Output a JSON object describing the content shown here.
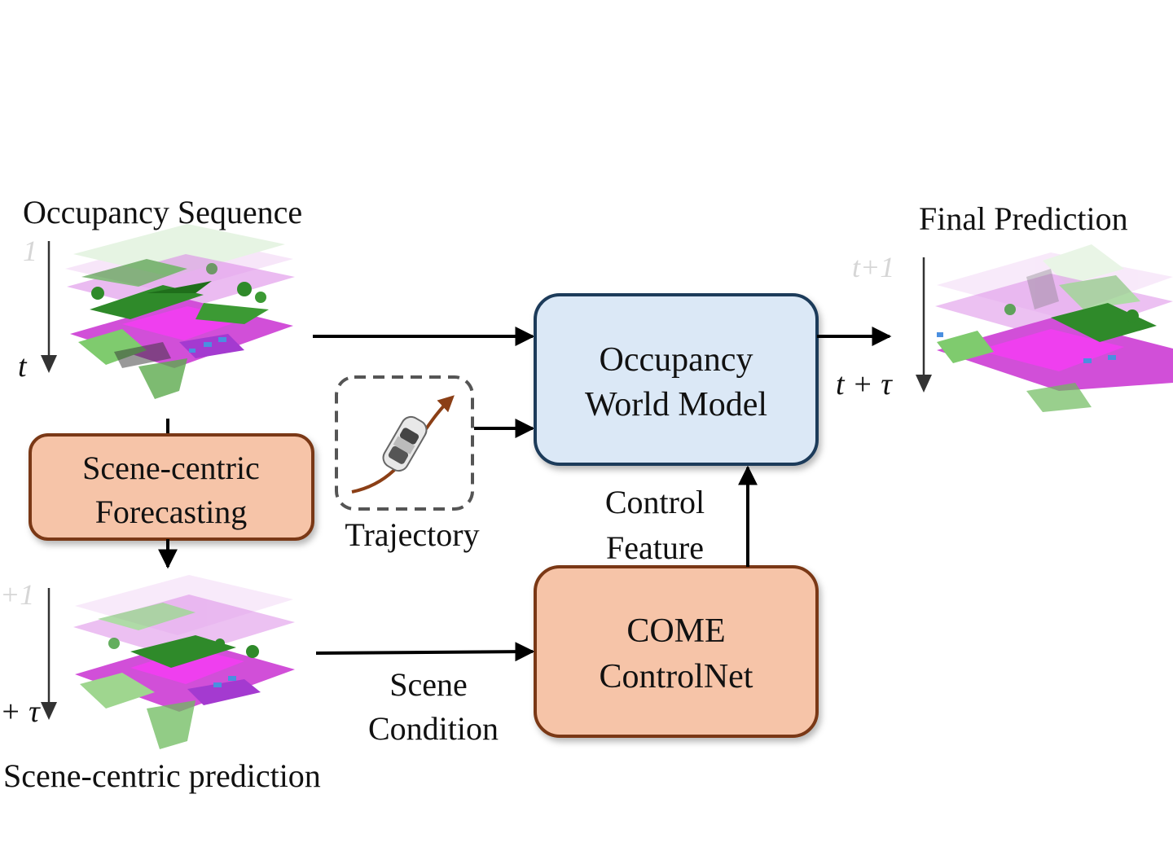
{
  "labels": {
    "occupancy_sequence": "Occupancy Sequence",
    "final_prediction": "Final Prediction",
    "scene_centric_prediction": "Scene-centric prediction",
    "trajectory": "Trajectory",
    "control_feature_1": "Control",
    "control_feature_2": "Feature",
    "scene_condition_1": "Scene",
    "scene_condition_2": "Condition"
  },
  "boxes": {
    "forecasting_1": "Scene-centric",
    "forecasting_2": "Forecasting",
    "world_model_1": "Occupancy",
    "world_model_2": "World Model",
    "controlnet_1": "COME",
    "controlnet_2": "ControlNet"
  },
  "time_axes": {
    "input_start": "1",
    "input_end": "t",
    "final_start": "t+1",
    "final_end": "t + τ",
    "scene_start": "+1",
    "scene_end": "+ τ"
  },
  "colors": {
    "orange_fill": "#f6c4a8",
    "orange_border": "#7a3712",
    "blue_fill": "#dbe8f6",
    "blue_border": "#1f3b5a",
    "trajectory_arrow": "#8b3f16",
    "dashed_border": "#555555"
  }
}
